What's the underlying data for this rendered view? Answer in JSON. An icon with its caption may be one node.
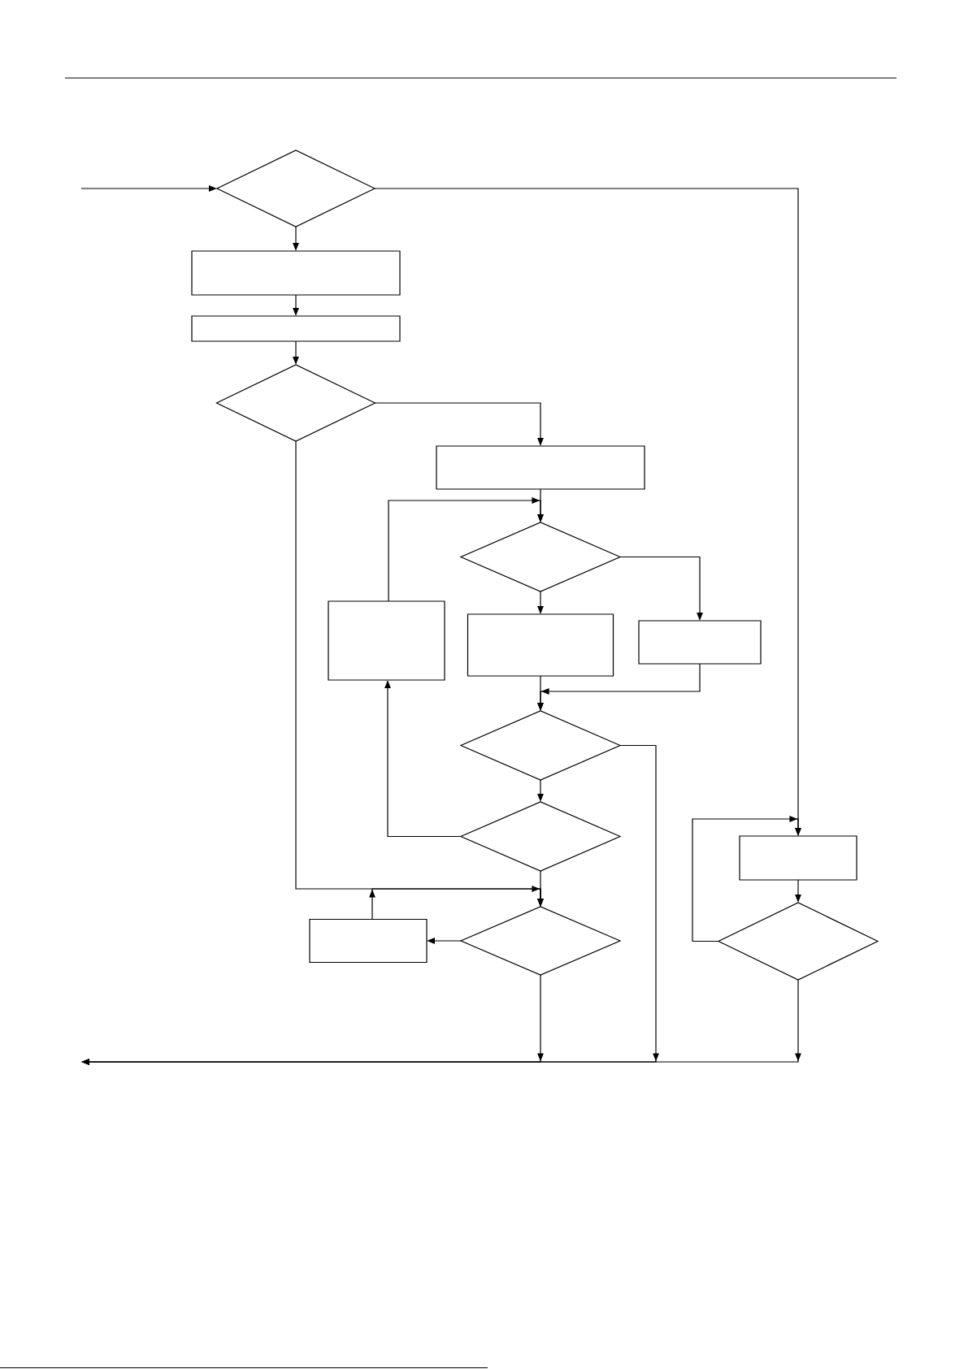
{
  "diagram": {
    "nodes": [
      {
        "text": [],
        "shape": "diamond"
      },
      {
        "text": [],
        "shape": "box"
      },
      {
        "text": [],
        "shape": "box"
      },
      {
        "text": [],
        "shape": "diamond"
      },
      {
        "text": [],
        "shape": "box"
      },
      {
        "text": [],
        "shape": "diamond"
      },
      {
        "text": [],
        "shape": "box"
      },
      {
        "text": [],
        "shape": "box"
      },
      {
        "text": [],
        "shape": "box"
      },
      {
        "text": [],
        "shape": "diamond"
      },
      {
        "text": [],
        "shape": "diamond"
      },
      {
        "text": [],
        "shape": "box"
      },
      {
        "text": [],
        "shape": "box"
      },
      {
        "text": [],
        "shape": "diamond"
      },
      {
        "text": [],
        "shape": "diamond"
      }
    ],
    "edges": [
      {
        "from": null,
        "to": 0,
        "arrow": "to"
      },
      {
        "from": 0,
        "to": 1,
        "arrow": "to"
      },
      {
        "from": 1,
        "to": 2,
        "arrow": "to"
      },
      {
        "from": 2,
        "to": 3,
        "arrow": "to"
      },
      {
        "from": 0,
        "to": 11,
        "arrow": "to"
      },
      {
        "from": 3,
        "to": 4,
        "arrow": "to"
      },
      {
        "from": 3,
        "to": 13,
        "arrow": "to"
      },
      {
        "from": 4,
        "to": 5,
        "arrow": "to"
      },
      {
        "from": 6,
        "to": 5,
        "arrow": "to"
      },
      {
        "from": 5,
        "to": 7,
        "arrow": "to"
      },
      {
        "from": 5,
        "to": 8,
        "arrow": "to"
      },
      {
        "from": 7,
        "to": 9,
        "arrow": "to"
      },
      {
        "from": 8,
        "to": 9,
        "arrow": "to"
      },
      {
        "from": 9,
        "to": 10,
        "arrow": "to"
      },
      {
        "from": 9,
        "to": null,
        "arrow": "to"
      },
      {
        "from": 10,
        "to": 6,
        "arrow": "to"
      },
      {
        "from": 10,
        "to": 13,
        "arrow": "to"
      },
      {
        "from": 11,
        "to": 14,
        "arrow": "to"
      },
      {
        "from": 14,
        "to": 11,
        "arrow": "to"
      },
      {
        "from": 13,
        "to": 12,
        "arrow": "to"
      },
      {
        "from": 12,
        "to": 13,
        "arrow": "to"
      },
      {
        "from": 13,
        "to": null,
        "arrow": "to"
      },
      {
        "from": 14,
        "to": null,
        "arrow": "to"
      }
    ]
  }
}
